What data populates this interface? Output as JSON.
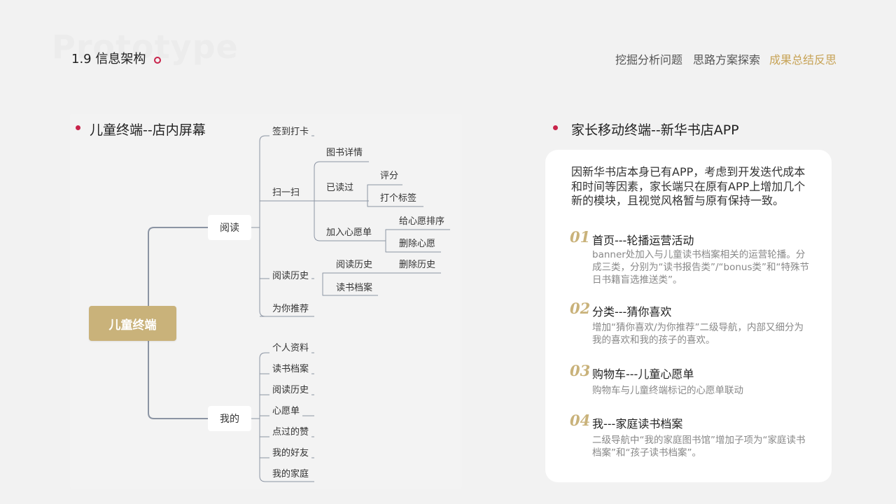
{
  "header": {
    "watermark": "Prototype",
    "title": "1.9 信息架构",
    "nav": [
      "挖掘分析问题",
      "思路方案探索",
      "成果总结反思"
    ],
    "active_nav": 2
  },
  "colors": {
    "accent_red": "#c8234a",
    "gold": "#c9b27a",
    "gold_text": "#c7a356"
  },
  "left": {
    "section_title": "儿童终端--店内屏幕",
    "root": "儿童终端",
    "reading": {
      "label": "阅读",
      "checkin": "签到打卡",
      "scan": {
        "label": "扫一扫",
        "book_detail": "图书详情",
        "read": {
          "label": "已读过",
          "children": [
            "评分",
            "打个标签"
          ]
        },
        "wishlist": {
          "label": "加入心愿单",
          "children": [
            "给心愿排序",
            "删除心愿"
          ]
        }
      },
      "history": {
        "label": "阅读历史",
        "sub_history": {
          "label": "阅读历史",
          "children": [
            "删除历史"
          ]
        },
        "archive": "读书档案"
      },
      "recommend": "为你推荐"
    },
    "mine": {
      "label": "我的",
      "children": [
        "个人资料",
        "读书档案",
        "阅读历史",
        "心愿单",
        "点过的赞",
        "我的好友",
        "我的家庭"
      ]
    }
  },
  "right": {
    "section_title": "家长移动终端--新华书店APP",
    "intro": "因新华书店本身已有APP，考虑到开发迭代成本和时间等因素，家长端只在原有APP上增加几个新的模块，且视觉风格暂与原有保持一致。",
    "features": [
      {
        "num": "01",
        "title": "首页---轮播运营活动",
        "desc": "banner处加入与儿童读书档案相关的运营轮播。分成三类，分别为“读书报告类”/“bonus类”和“特殊节日书籍盲选推送类”。"
      },
      {
        "num": "02",
        "title": "分类---猜你喜欢",
        "desc": "增加“猜你喜欢/为你推荐”二级导航，内部又细分为我的喜欢和我的孩子的喜欢。"
      },
      {
        "num": "03",
        "title": "购物车---儿童心愿单",
        "desc": "购物车与儿童终端标记的心愿单联动"
      },
      {
        "num": "04",
        "title": "我---家庭读书档案",
        "desc": "二级导航中“我的家庭图书馆”增加子项为“家庭读书档案”和“孩子读书档案”。"
      }
    ]
  }
}
